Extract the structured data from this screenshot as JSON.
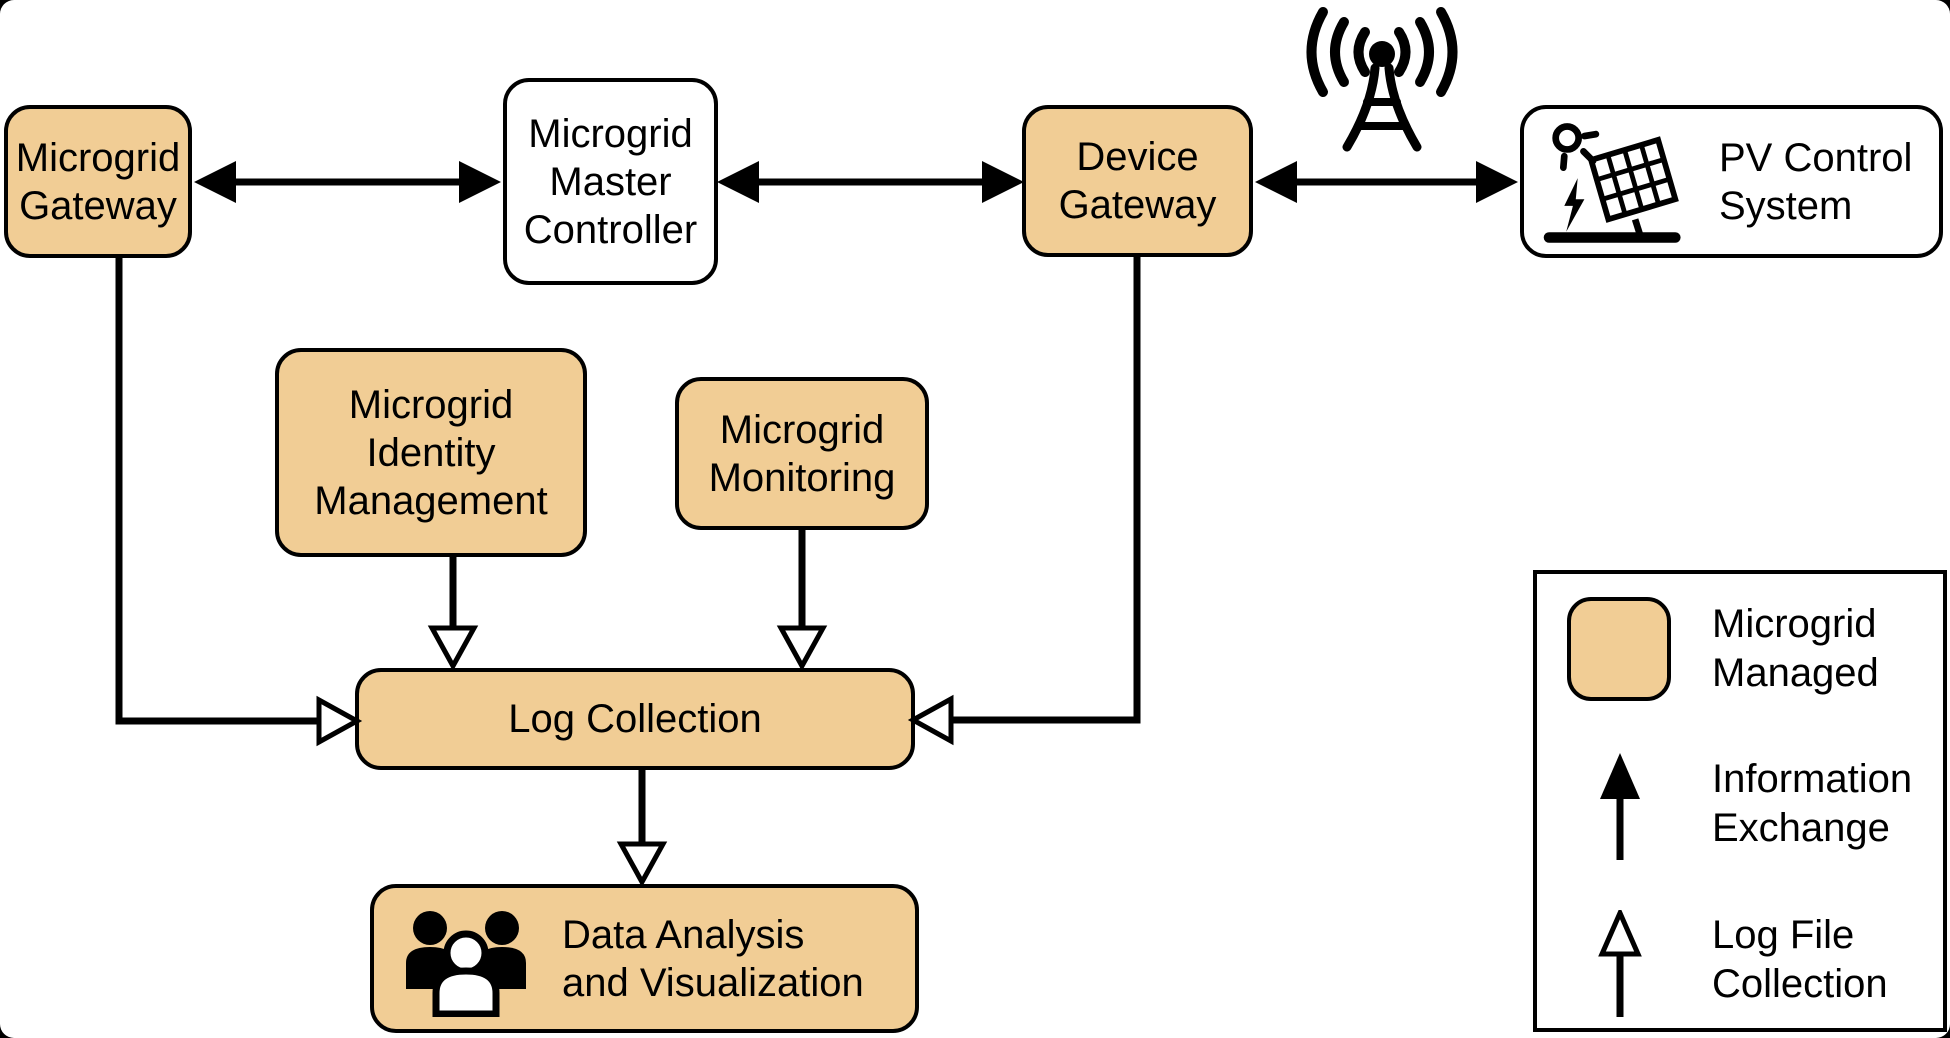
{
  "colors": {
    "managed_fill": "#F1CD95",
    "line": "#000000",
    "canvas": "#FFFFFF"
  },
  "nodes": {
    "microgrid_gateway": {
      "label": "Microgrid\nGateway",
      "managed": true
    },
    "master_controller": {
      "label": "Microgrid\nMaster\nController",
      "managed": false
    },
    "device_gateway": {
      "label": "Device\nGateway",
      "managed": true
    },
    "pv_control_system": {
      "label": "PV Control\nSystem",
      "managed": false
    },
    "identity_management": {
      "label": "Microgrid\nIdentity\nManagement",
      "managed": true
    },
    "monitoring": {
      "label": "Microgrid\nMonitoring",
      "managed": true
    },
    "log_collection": {
      "label": "Log Collection",
      "managed": true
    },
    "data_analysis": {
      "label": "Data Analysis\nand Visualization",
      "managed": true
    }
  },
  "icons": {
    "antenna": "radio-antenna",
    "pv": "solar-panel-with-sun",
    "people": "user-group"
  },
  "legend": {
    "items": [
      {
        "id": "managed",
        "symbol": "managed-box",
        "label": "Microgrid\nManaged"
      },
      {
        "id": "information_exchange",
        "symbol": "solid-arrow",
        "label": "Information\nExchange"
      },
      {
        "id": "log_file_collection",
        "symbol": "hollow-arrow",
        "label": "Log File\nCollection"
      }
    ]
  }
}
